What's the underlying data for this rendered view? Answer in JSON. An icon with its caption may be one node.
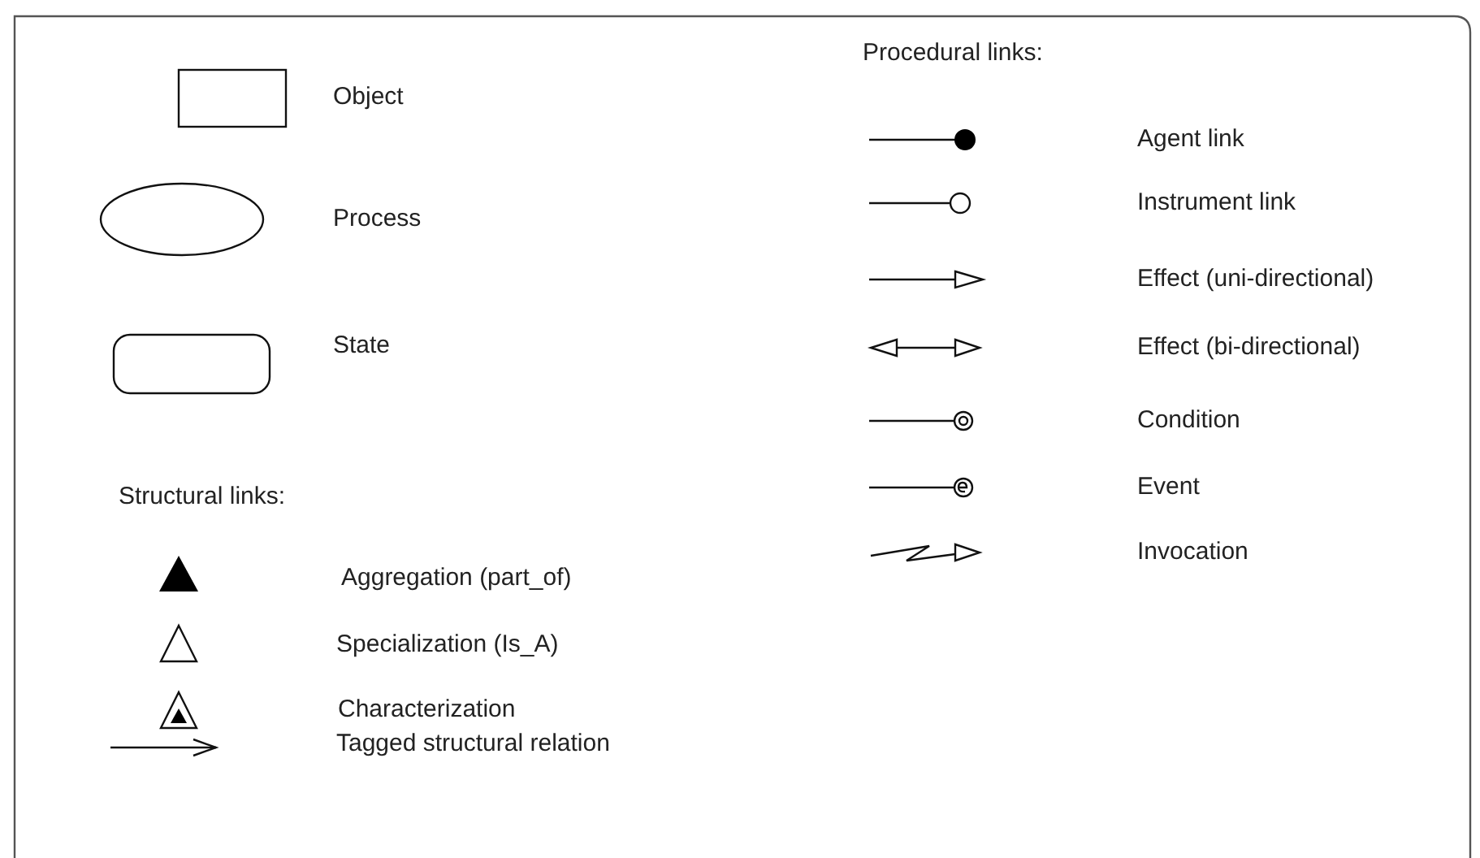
{
  "diagram": {
    "labels": [
      "Procedural links:",
      "Structural links:"
    ],
    "legend": [
      {
        "text": "Object"
      },
      {
        "text": "Process"
      },
      {
        "text": "State"
      },
      {
        "text": "Aggregation (part_of)"
      },
      {
        "text": "Specialization (Is_A)"
      },
      {
        "text": "Characterization"
      },
      {
        "text": "Tagged structural relation"
      },
      {
        "text": "Agent link"
      },
      {
        "text": "Instrument link"
      },
      {
        "text": "Effect (uni-directional)"
      },
      {
        "text": "Effect (bi-directional)"
      },
      {
        "text": "Condition"
      },
      {
        "text": "Event"
      },
      {
        "text": "Invocation"
      }
    ]
  }
}
